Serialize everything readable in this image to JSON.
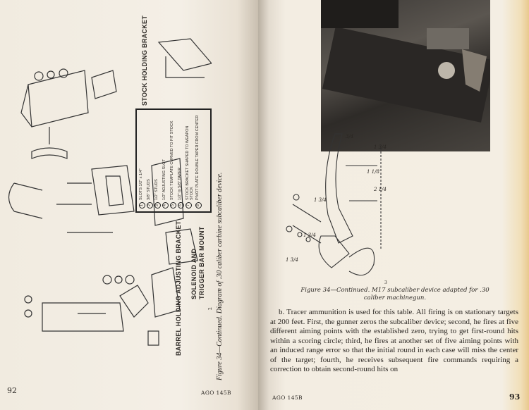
{
  "left_page": {
    "page_number": "92",
    "footer_code": "AGO 145B",
    "caption": "Figure 34—Continued. Diagram of .30 caliber carbine subcaliber device.",
    "assembly_labels": [
      "STOCK HOLDING BRACKET",
      "SOLENOID AND TRIGGER BAR MOUNT",
      "BARREL HOLDING ADJUSTING BRACKET"
    ],
    "sub_figure_marker": "2",
    "part_callouts": [
      "1",
      "2",
      "3",
      "4",
      "5",
      "6",
      "7",
      "8"
    ],
    "legend": [
      {
        "n": "1",
        "text": "SLOTS 1/2\" x 1/4\""
      },
      {
        "n": "2",
        "text": "3/8\" STUDS"
      },
      {
        "n": "3",
        "text": "1/2\" STUDS"
      },
      {
        "n": "4",
        "text": "1/2\" ADJUSTING SLOT"
      },
      {
        "n": "5",
        "text": "STOCK TEMPLATE CURVED TO FIT STOCK"
      },
      {
        "n": "6",
        "text": "1/2\" to 5/8\" TAPER"
      },
      {
        "n": "7",
        "text": "STOCK BRACKET SHAPED TO WEAPON STOCK"
      },
      {
        "n": "8",
        "text": "PIVOT PLATE DOUBLE TAPER FROM CENTER"
      }
    ]
  },
  "right_page": {
    "page_number": "93",
    "footer_code": "AGO 145B",
    "sub_figure_marker": "3",
    "dimensions": [
      "3/4",
      "1 1/8",
      "1 3/4",
      "2 1/4",
      "1 3/4",
      "1 3/4",
      "1 3/4"
    ],
    "caption_line1": "Figure 34—Continued. M17 subcaliber device adapted for .30",
    "caption_line2": "caliber machinegun.",
    "paragraph": "b. Tracer ammunition is used for this table. All firing is on stationary targets at 200 feet. First, the gunner zeros the subcaliber device; second, he fires at five different aiming points with the established zero, trying to get first-round hits within a scoring circle; third, he fires at another set of five aiming points with an induced range error so that the initial round in each case will miss the center of the target; fourth, he receives subsequent fire commands requiring a correction to obtain second-round hits on"
  }
}
